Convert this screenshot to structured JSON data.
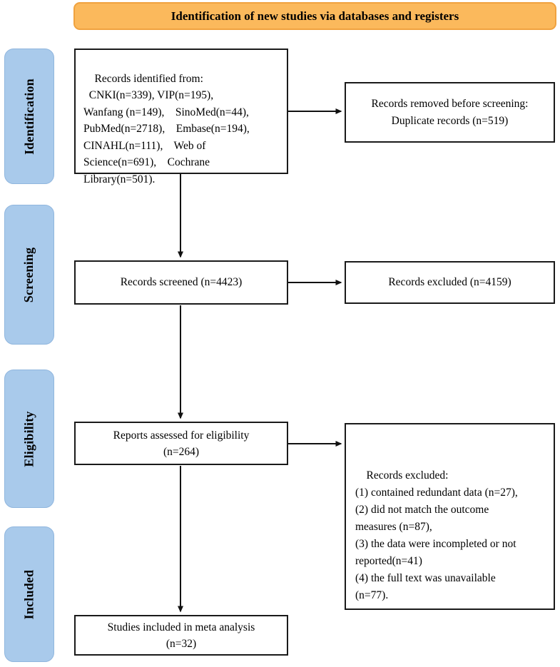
{
  "banner": {
    "label": "Identification of new studies via databases and registers"
  },
  "sidebar": {
    "stages": [
      {
        "label": "Identification"
      },
      {
        "label": "Screening"
      },
      {
        "label": "Eligibility"
      },
      {
        "label": "Included"
      }
    ]
  },
  "flow": {
    "records_identified": {
      "text": "Records identified from:\n  CNKI(n=339), VIP(n=195),\nWanfang (n=149),    SinoMed(n=44),\nPubMed(n=2718),    Embase(n=194),\nCINAHL(n=111),    Web of\nScience(n=691),    Cochrane\nLibrary(n=501)."
    },
    "records_removed": {
      "text": "Records removed before screening:\nDuplicate records (n=519)"
    },
    "records_screened": {
      "text": "Records screened (n=4423)"
    },
    "records_excluded_screening": {
      "text": "Records excluded (n=4159)"
    },
    "reports_assessed": {
      "text": "Reports assessed for eligibility\n(n=264)"
    },
    "records_excluded_eligibility": {
      "text": "Records excluded:\n(1) contained redundant data (n=27),\n(2) did not match the outcome\nmeasures (n=87),\n(3) the data were incompleted or not\nreported(n=41)\n(4) the full text was unavailable\n(n=77)."
    },
    "studies_included": {
      "text": "Studies included in meta analysis\n(n=32)"
    }
  },
  "colors": {
    "banner_fill": "#FBB95C",
    "banner_border": "#F0A23F",
    "stage_fill": "#A9CAEB",
    "stage_border": "#90B6DE",
    "box_border": "#1a1a1a",
    "arrow": "#111111"
  }
}
